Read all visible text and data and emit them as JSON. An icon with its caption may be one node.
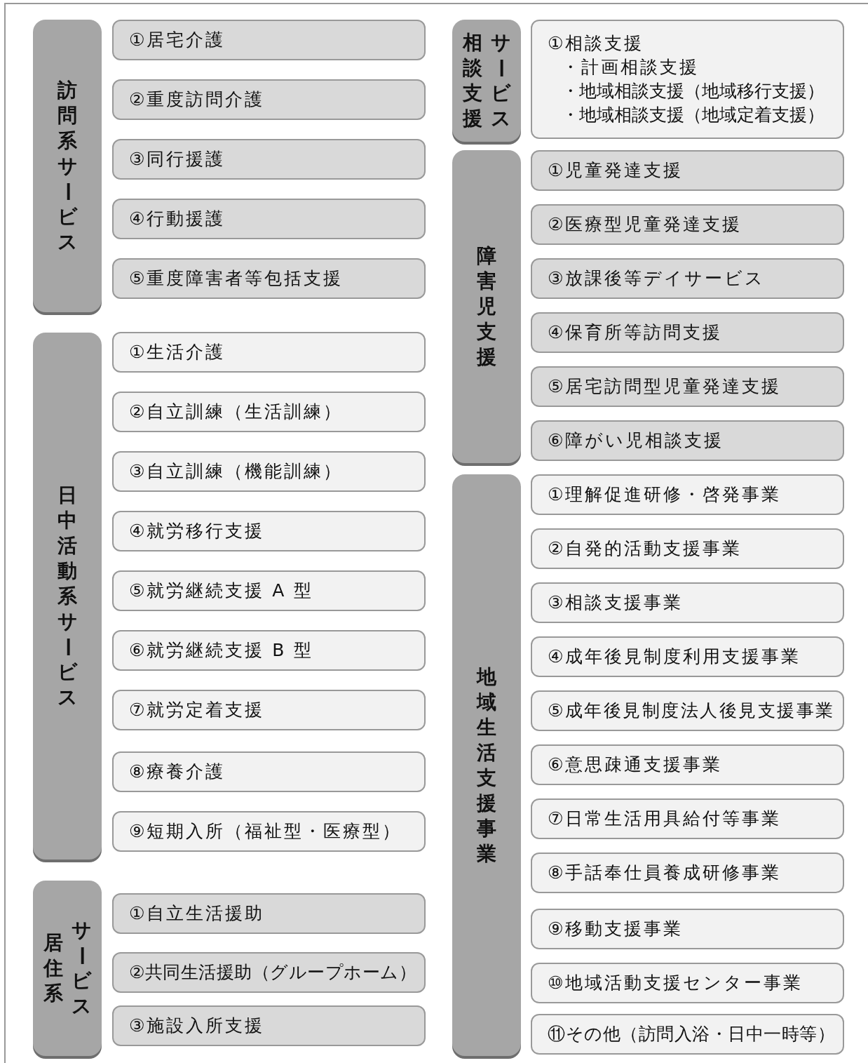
{
  "diagram": {
    "nodes": [
      {
        "text": [
          "訪問系サービス"
        ]
      },
      {
        "text": [
          "①居宅介護"
        ]
      },
      {
        "text": [
          "②重度訪問介護"
        ]
      },
      {
        "text": [
          "③同行援護"
        ]
      },
      {
        "text": [
          "④行動援護"
        ]
      },
      {
        "text": [
          "⑤重度障害者等包括支援"
        ]
      },
      {
        "text": [
          "日中活動系サービス"
        ]
      },
      {
        "text": [
          "①生活介護"
        ]
      },
      {
        "text": [
          "②自立訓練（生活訓練）"
        ]
      },
      {
        "text": [
          "③自立訓練（機能訓練）"
        ]
      },
      {
        "text": [
          "④就労移行支援"
        ]
      },
      {
        "text": [
          "⑤就労継続支援 A 型"
        ]
      },
      {
        "text": [
          "⑥就労継続支援 B 型"
        ]
      },
      {
        "text": [
          "⑦就労定着支援"
        ]
      },
      {
        "text": [
          "⑧療養介護"
        ]
      },
      {
        "text": [
          "⑨短期入所（福祉型・医療型）"
        ]
      },
      {
        "text": [
          "居住系",
          "サービス"
        ]
      },
      {
        "text": [
          "①自立生活援助"
        ]
      },
      {
        "text": [
          "②共同生活援助（グループホーム）"
        ]
      },
      {
        "text": [
          "③施設入所支援"
        ]
      },
      {
        "text": [
          "相談支援",
          "サービス"
        ]
      },
      {
        "text": [
          "①相談支援",
          "・計画相談支援",
          "・地域相談支援（地域移行支援）",
          "・地域相談支援（地域定着支援）"
        ]
      },
      {
        "text": [
          "障害児支援"
        ]
      },
      {
        "text": [
          "①児童発達支援"
        ]
      },
      {
        "text": [
          "②医療型児童発達支援"
        ]
      },
      {
        "text": [
          "③放課後等デイサービス"
        ]
      },
      {
        "text": [
          "④保育所等訪問支援"
        ]
      },
      {
        "text": [
          "⑤居宅訪問型児童発達支援"
        ]
      },
      {
        "text": [
          "⑥障がい児相談支援"
        ]
      },
      {
        "text": [
          "地域生活支援事業"
        ]
      },
      {
        "text": [
          "①理解促進研修・啓発事業"
        ]
      },
      {
        "text": [
          "②自発的活動支援事業"
        ]
      },
      {
        "text": [
          "③相談支援事業"
        ]
      },
      {
        "text": [
          "④成年後見制度利用支援事業"
        ]
      },
      {
        "text": [
          "⑤成年後見制度法人後見支援事業"
        ]
      },
      {
        "text": [
          "⑥意思疎通支援事業"
        ]
      },
      {
        "text": [
          "⑦日常生活用具給付等事業"
        ]
      },
      {
        "text": [
          "⑧手話奉仕員養成研修事業"
        ]
      },
      {
        "text": [
          "⑨移動支援事業"
        ]
      },
      {
        "text": [
          "⑩地域活動支援センター事業"
        ]
      },
      {
        "text": [
          "⑪その他（訪問入浴・日中一時等）"
        ]
      }
    ]
  }
}
